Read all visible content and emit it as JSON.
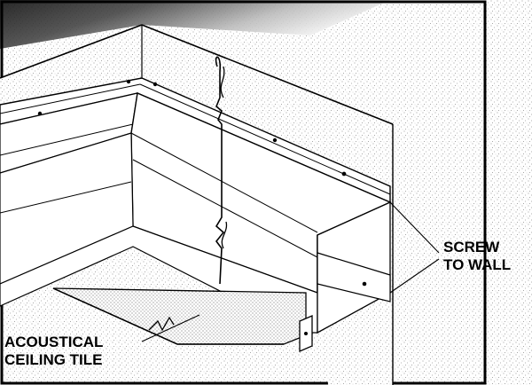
{
  "labels": {
    "screw_to_wall": [
      "SCREW",
      "TO WALL"
    ],
    "acoustical_ceiling_tile": [
      "ACOUSTICAL",
      "CEILING TILE"
    ]
  },
  "colors": {
    "ink": "#000000",
    "paper": "#ffffff",
    "stipple": "#8a8a8a"
  }
}
